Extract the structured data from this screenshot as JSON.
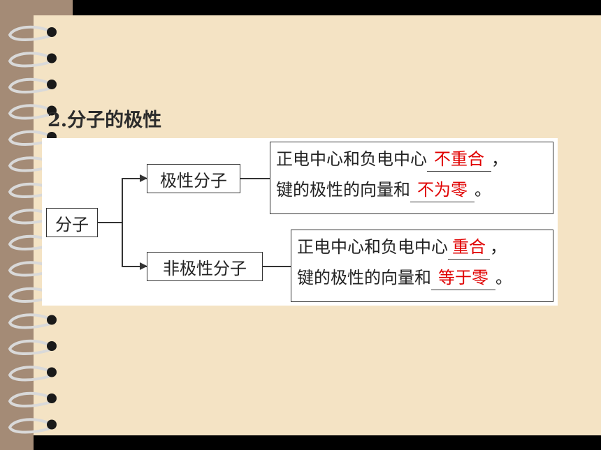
{
  "slide": {
    "title": "2.分子的极性"
  },
  "diagram": {
    "root": "分子",
    "polar": {
      "label": "极性分子",
      "line1_prefix": "正电中心和负电中心",
      "line1_answer": "不重合",
      "line1_suffix": "，",
      "line2_prefix": "键的极性的向量和",
      "line2_answer": "不为零",
      "line2_suffix": "。"
    },
    "nonpolar": {
      "label": "非极性分子",
      "line1_prefix": "正电中心和负电中心",
      "line1_answer": "重合",
      "line1_suffix": "，",
      "line2_prefix": "键的极性的向量和",
      "line2_answer": "等于零",
      "line2_suffix": "。"
    }
  },
  "colors": {
    "background": "#000000",
    "paper": "#f4e3c4",
    "spine": "#a48b76",
    "answer": "#e00000"
  },
  "icons": [
    "spiral-binding-ring"
  ]
}
